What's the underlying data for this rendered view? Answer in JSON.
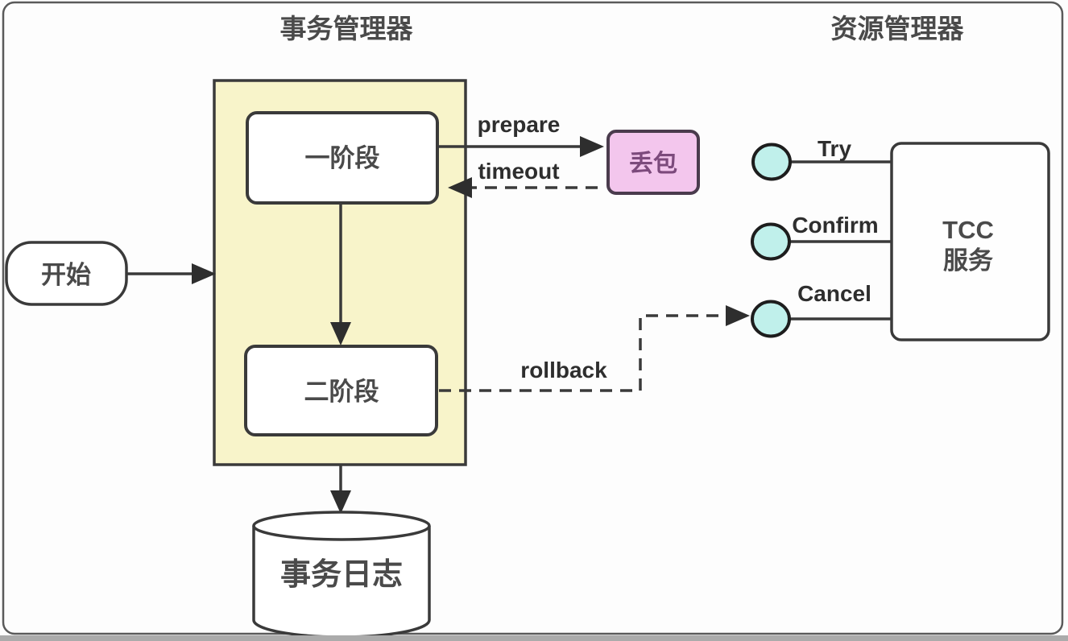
{
  "titles": {
    "transaction_manager": "事务管理器",
    "resource_manager": "资源管理器"
  },
  "nodes": {
    "start": "开始",
    "phase1": "一阶段",
    "phase2": "二阶段",
    "packet_loss": "丢包",
    "transaction_log": "事务日志",
    "tcc_service_line1": "TCC",
    "tcc_service_line2": "服务"
  },
  "edges": {
    "prepare": "prepare",
    "timeout": "timeout",
    "rollback": "rollback"
  },
  "endpoints": [
    {
      "label": "Try"
    },
    {
      "label": "Confirm"
    },
    {
      "label": "Cancel"
    }
  ],
  "colors": {
    "background": "#fdfdfd",
    "frame_border": "#5a5a5a",
    "line": "#3a3a3a",
    "container_fill": "#f8f4ca",
    "node_fill": "#ffffff",
    "tcc_fill": "#fefefe",
    "packet_loss_fill": "#f3c6ed",
    "packet_loss_border": "#4a3b4d",
    "packet_loss_text": "#7c4a7c",
    "endpoint_fill": "#c0f0eb",
    "endpoint_border": "#1d1d1d",
    "label_text": "#4a4a4a",
    "progress_bar": "#ababab"
  }
}
